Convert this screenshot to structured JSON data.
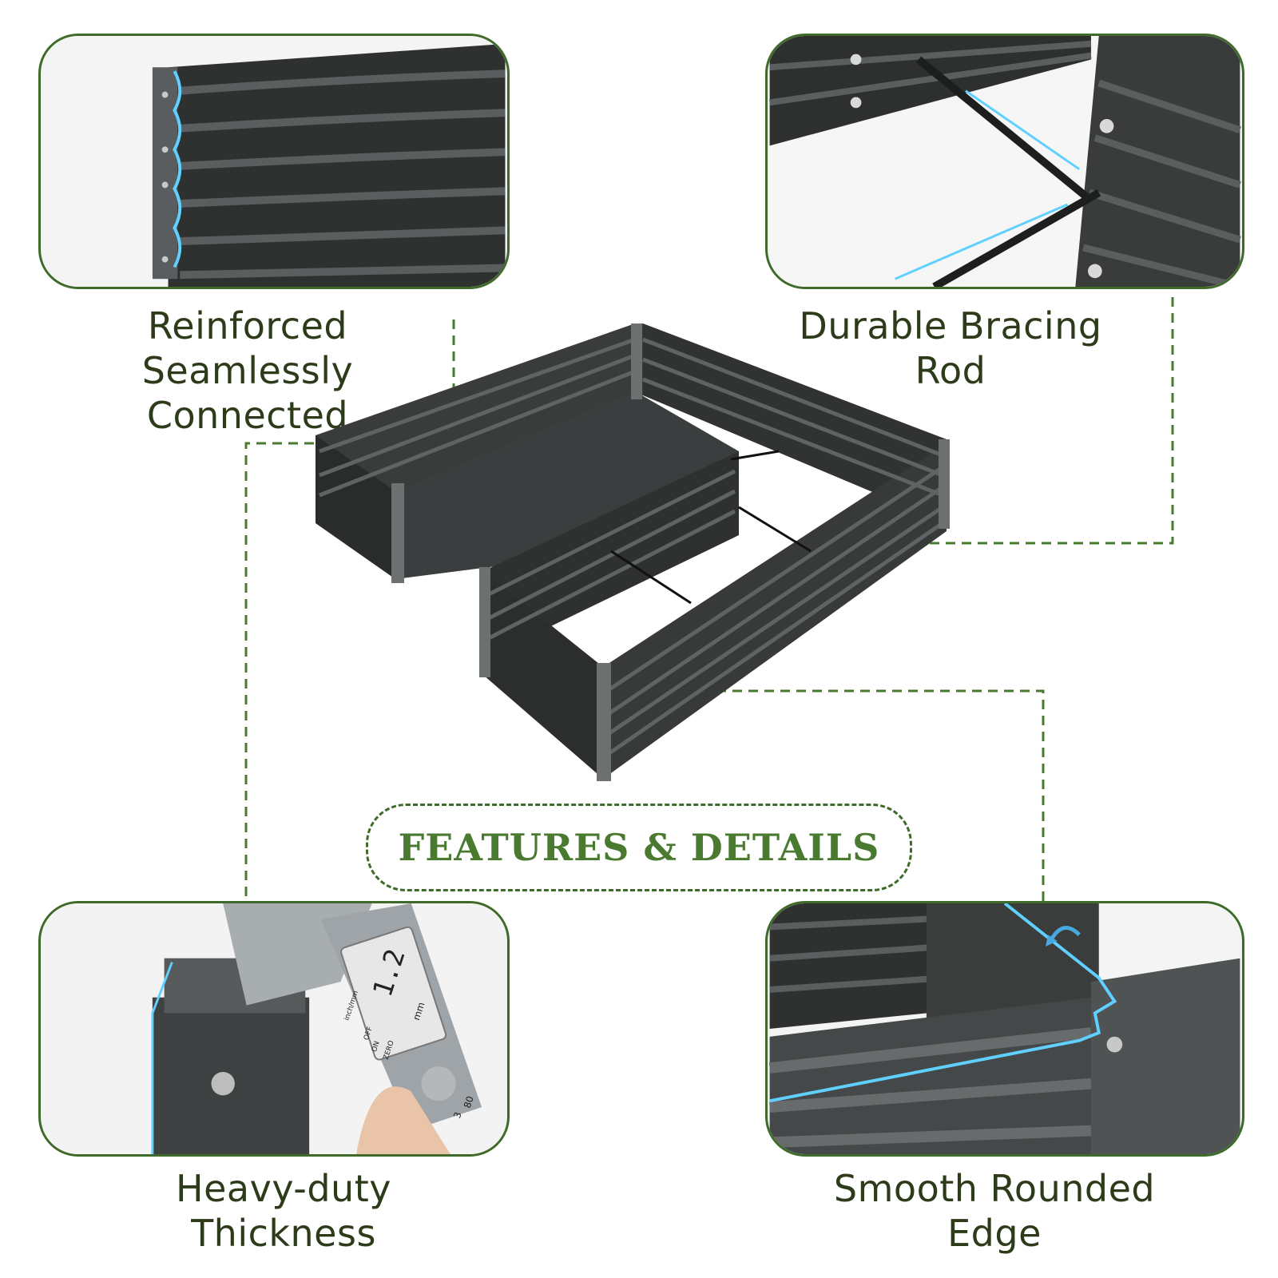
{
  "features_title": "FEATURES & DETAILS",
  "panels": {
    "top_left": {
      "caption_line1": "Reinforced Seamlessly",
      "caption_line2": "Connected"
    },
    "top_right": {
      "caption": "Durable Bracing Rod"
    },
    "bottom_left": {
      "caption": "Heavy-duty Thickness",
      "caliper_reading": "1.2",
      "caliper_unit": "mm",
      "caliper_buttons": [
        "inch/mm",
        "OFF",
        "ON",
        "ZERO"
      ],
      "scale_marks": [
        "3",
        "80"
      ]
    },
    "bottom_right": {
      "caption": "Smooth Rounded Edge"
    }
  },
  "colors": {
    "accent_green": "#3f6b2a",
    "title_green": "#4a7a30",
    "caption_text": "#2d3b1a",
    "metal_dark": "#3a3c3c",
    "highlight_blue": "#5fd0ff"
  },
  "icons": [
    "rotation-arrow-icon",
    "bolt-icon"
  ]
}
